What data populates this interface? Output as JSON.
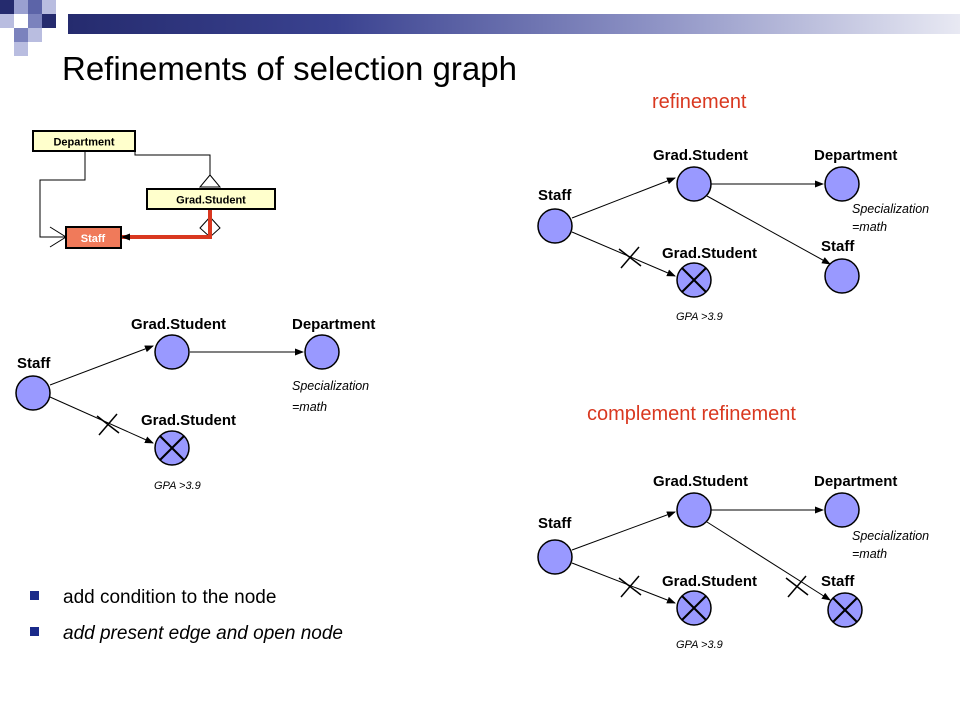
{
  "title": "Refinements of selection graph",
  "headers": {
    "refinement": "refinement",
    "complement": "complement refinement"
  },
  "schema": {
    "department": "Department",
    "grad_student": "Grad.Student",
    "staff": "Staff"
  },
  "graph_labels": {
    "staff": "Staff",
    "grad_student": "Grad.Student",
    "department": "Department",
    "spec1": "Specialization",
    "spec2": "=math",
    "gpa": "GPA >3.9"
  },
  "bullets": [
    "add condition to the node",
    "add present edge and open node"
  ],
  "colors": {
    "node_fill": "#9999ff",
    "accent_red": "#d93820",
    "schema_yellow": "#ffffcc",
    "schema_salmon": "#f07a5a",
    "bullet": "#1a2a8a"
  }
}
